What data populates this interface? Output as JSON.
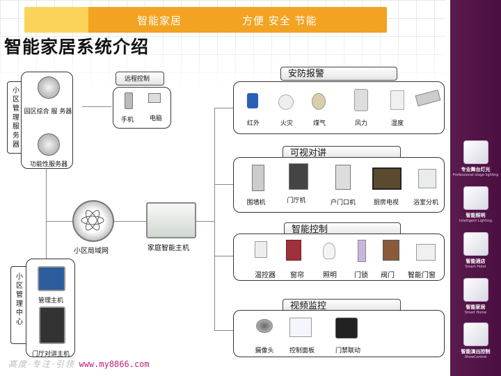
{
  "banner": {
    "left": "智能家居",
    "right": "方便  安全  节能"
  },
  "title": "智能家居系统介绍",
  "server": {
    "vertical": "小区管理服务器",
    "item1": "园区综合 服 务器",
    "item2": "功能性服务器"
  },
  "remote": {
    "title": "远程控制",
    "phone": "手机",
    "pc": "电脑"
  },
  "lan": "小区局域网",
  "host": "家庭智能主机",
  "center": {
    "vertical": "小区管理中心",
    "item1": "管理主机",
    "item2": "门厅对讲主机"
  },
  "security": {
    "title": "安防报警",
    "items": [
      "红外",
      "火灾",
      "煤气",
      "风力",
      "湿度"
    ]
  },
  "intercom": {
    "title": "可视对讲",
    "items": [
      "围墙机",
      "门厅机",
      "户门口机",
      "厨房电视",
      "浴室分机"
    ]
  },
  "control": {
    "title": "智能控制",
    "items": [
      "温控器",
      "窗帘",
      "照明",
      "门锁",
      "阀门",
      "智能门窗"
    ]
  },
  "video": {
    "title": "视频监控",
    "items": [
      "摄像头",
      "控制面板",
      "门禁联动"
    ]
  },
  "sidebar": [
    {
      "cn": "专业舞台灯光",
      "en": "Professional stage lighting"
    },
    {
      "cn": "智能照明",
      "en": "Intelligent Lighting"
    },
    {
      "cn": "智能酒店",
      "en": "Smart Hotel"
    },
    {
      "cn": "智能家居",
      "en": "Smart Home"
    },
    {
      "cn": "智能演出控制",
      "en": "ShowControl"
    }
  ],
  "footer": {
    "slogan": "高度·专注·引领",
    "url": "www.my8866.com"
  }
}
